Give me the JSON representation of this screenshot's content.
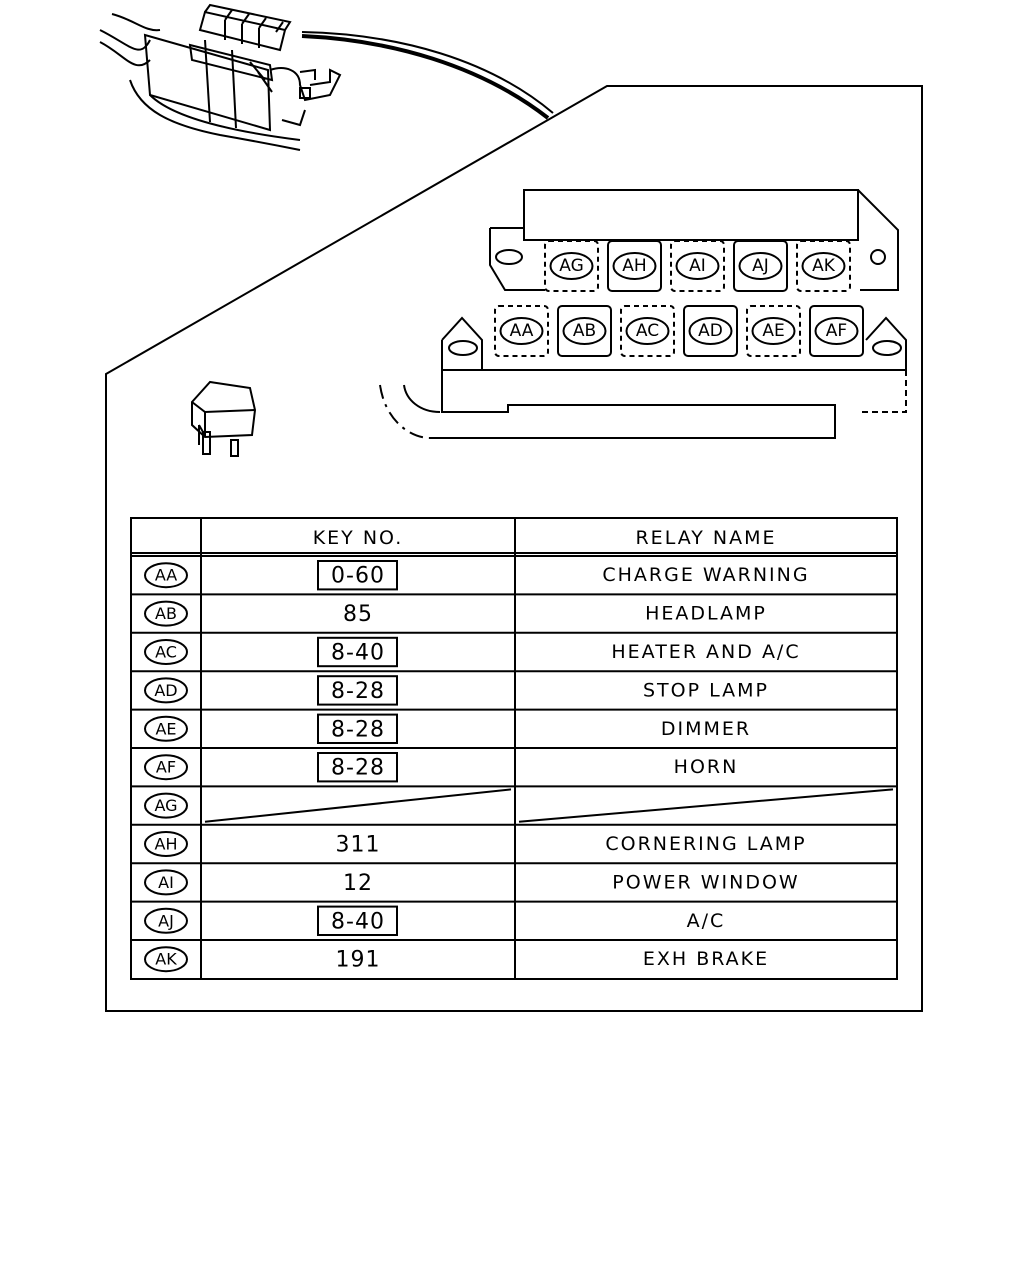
{
  "fuse_box": {
    "top_row": [
      "AG",
      "AH",
      "AI",
      "AJ",
      "AK"
    ],
    "bottom_row": [
      "AA",
      "AB",
      "AC",
      "AD",
      "AE",
      "AF"
    ]
  },
  "table": {
    "columns": [
      "",
      "KEY NO.",
      "RELAY NAME"
    ],
    "rows": [
      {
        "code": "AA",
        "key": "0-60",
        "key_boxed": true,
        "name": "CHARGE WARNING"
      },
      {
        "code": "AB",
        "key": "85",
        "key_boxed": false,
        "name": "HEADLAMP"
      },
      {
        "code": "AC",
        "key": "8-40",
        "key_boxed": true,
        "name": "HEATER AND A/C"
      },
      {
        "code": "AD",
        "key": "8-28",
        "key_boxed": true,
        "name": "STOP LAMP"
      },
      {
        "code": "AE",
        "key": "8-28",
        "key_boxed": true,
        "name": "DIMMER"
      },
      {
        "code": "AF",
        "key": "8-28",
        "key_boxed": true,
        "name": "HORN"
      },
      {
        "code": "AG",
        "key": "",
        "key_boxed": false,
        "name": "",
        "empty": true
      },
      {
        "code": "AH",
        "key": "311",
        "key_boxed": false,
        "name": "CORNERING LAMP"
      },
      {
        "code": "AI",
        "key": "12",
        "key_boxed": false,
        "name": "POWER WINDOW"
      },
      {
        "code": "AJ",
        "key": "8-40",
        "key_boxed": true,
        "name": "A/C"
      },
      {
        "code": "AK",
        "key": "191",
        "key_boxed": false,
        "name": "EXH BRAKE"
      }
    ]
  }
}
